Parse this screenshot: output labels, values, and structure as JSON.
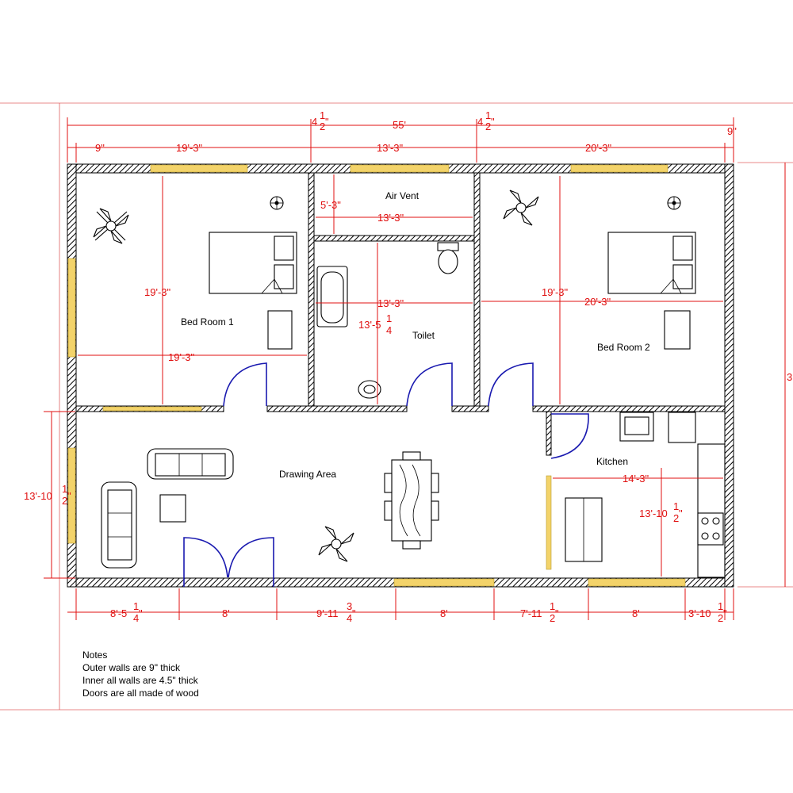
{
  "rooms": {
    "bed_room_1": "Bed Room 1",
    "bed_room_2": "Bed Room 2",
    "air_vent": "Air Vent",
    "toilet": "Toilet",
    "drawing_area": "Drawing Area",
    "kitchen": "Kitchen"
  },
  "dimensions": {
    "overall_width": "55'",
    "left_offset": "4",
    "right_offset": "4",
    "half": "1",
    "half_den": "2",
    "outer_wall_left": "9\"",
    "outer_wall_right": "9\"",
    "bed1_width": "19'-3\"",
    "middle_width": "13'-3\"",
    "bed2_width": "20'-3\"",
    "bed1_height": "19'-3\"",
    "bed1_inner_width": "19'-3\"",
    "air_vent_height": "5'-3\"",
    "air_vent_width": "13'-3\"",
    "toilet_width": "13'-3\"",
    "toilet_height_whole": "13'-5",
    "toilet_height_num": "1",
    "toilet_height_den": "4",
    "bed2_height": "19'-3\"",
    "bed2_inner_width": "20'-3\"",
    "drawing_height_whole": "13'-10",
    "drawing_height_num": "1",
    "drawing_height_den": "2",
    "kitchen_width": "14'-3\"",
    "kitchen_height_whole": "13'-10",
    "kitchen_height_num": "1",
    "kitchen_height_den": "2",
    "right_total_partial": "3",
    "bottom": [
      {
        "whole": "8'-5",
        "num": "1",
        "den": "4"
      },
      {
        "whole": "8'",
        "num": "",
        "den": ""
      },
      {
        "whole": "9'-11",
        "num": "3",
        "den": "4"
      },
      {
        "whole": "8'",
        "num": "",
        "den": ""
      },
      {
        "whole": "7'-11",
        "num": "1",
        "den": "2"
      },
      {
        "whole": "8'",
        "num": "",
        "den": ""
      },
      {
        "whole": "3'-10",
        "num": "1",
        "den": "2"
      }
    ]
  },
  "notes": {
    "title": "Notes",
    "line1": "Outer walls are 9\"  thick",
    "line2": "Inner all walls are 4.5\" thick",
    "line3": "Doors are all made of wood"
  },
  "colors": {
    "dimension": "#e01010",
    "door": "#1a1ab0",
    "window": "#f3d36a",
    "wall_hatch": "#000000"
  }
}
